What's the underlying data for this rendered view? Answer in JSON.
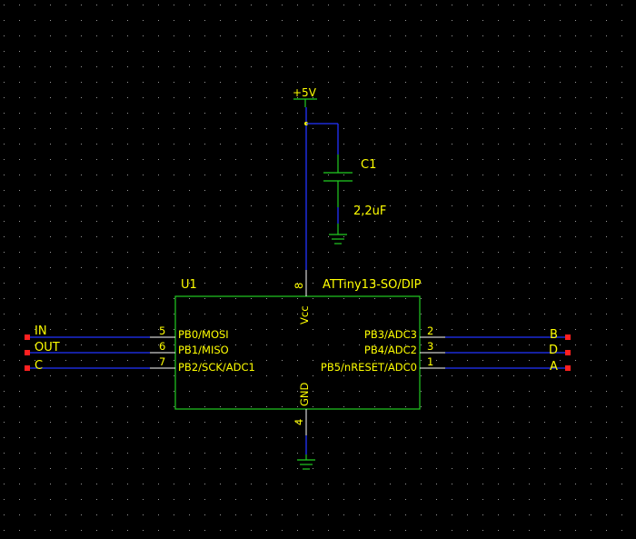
{
  "power": {
    "label": "+5V"
  },
  "capacitor": {
    "ref": "C1",
    "value": "2,2uF"
  },
  "ic": {
    "ref": "U1",
    "part": "ATTiny13-SO/DIP",
    "vcc_label": "Vcc",
    "vcc_pin": "8",
    "gnd_label": "GND",
    "gnd_pin": "4",
    "left_pins": [
      {
        "num": "5",
        "name": "PB0/MOSI"
      },
      {
        "num": "6",
        "name": "PB1/MISO"
      },
      {
        "num": "7",
        "name": "PB2/SCK/ADC1"
      }
    ],
    "right_pins": [
      {
        "num": "2",
        "name": "PB3/ADC3"
      },
      {
        "num": "3",
        "name": "PB4/ADC2"
      },
      {
        "num": "1",
        "name": "PB5/nRESET/ADC0"
      }
    ]
  },
  "ports_left": [
    "IN",
    "OUT",
    "C"
  ],
  "ports_right": [
    "B",
    "D",
    "A"
  ],
  "colors": {
    "background": "#000000",
    "grid_dot": "#9a9a9a",
    "wire": "#2233ff",
    "component": "#22cc22",
    "text": "#ffff00",
    "terminal": "#ff2020"
  }
}
